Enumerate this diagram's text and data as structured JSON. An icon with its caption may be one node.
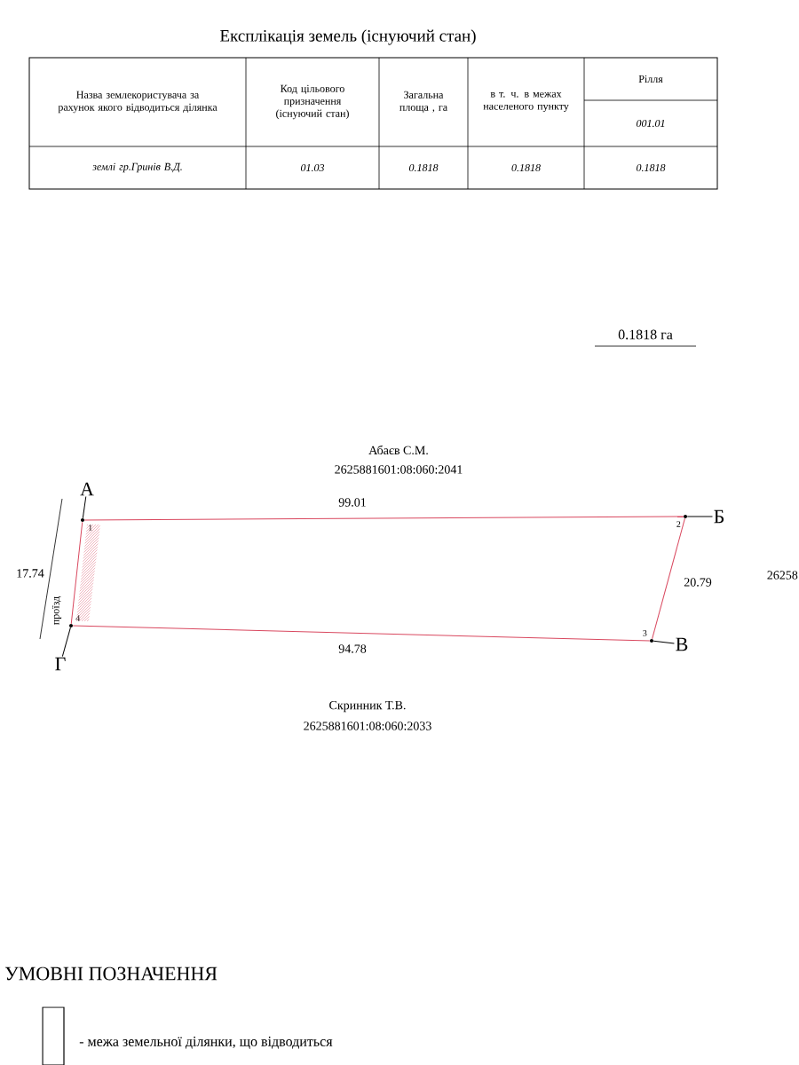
{
  "diagram": {
    "title": "Експлікація земель (існуючий стан)",
    "nodes": [
      {
        "text": [],
        "shape": "circle"
      },
      {
        "text": [],
        "shape": "circle"
      },
      {
        "text": [],
        "shape": "circle"
      },
      {
        "text": [],
        "shape": "circle"
      },
      {
        "text": [
          "А"
        ]
      },
      {
        "text": [
          "Б"
        ]
      },
      {
        "text": [
          "В"
        ]
      },
      {
        "text": [
          "Г"
        ]
      }
    ],
    "edges": [
      {
        "from": 0,
        "to": 1,
        "arrow": "none",
        "label": "99.01",
        "color": "#d9485f"
      },
      {
        "from": 1,
        "to": 2,
        "arrow": "none",
        "label": "20.79",
        "color": "#d9485f"
      },
      {
        "from": 2,
        "to": 3,
        "arrow": "none",
        "label": "94.78",
        "color": "#d9485f"
      },
      {
        "from": 3,
        "to": 0,
        "arrow": "none",
        "label": "17.74",
        "color": "#d9485f"
      },
      {
        "from": 4,
        "to": 0,
        "arrow": "none",
        "color": "#000000"
      },
      {
        "from": 5,
        "to": 1,
        "arrow": "none",
        "color": "#000000"
      },
      {
        "from": 6,
        "to": 2,
        "arrow": "none",
        "color": "#000000"
      },
      {
        "from": 7,
        "to": 3,
        "arrow": "none",
        "color": "#000000"
      }
    ],
    "labels": [
      "Назва землекористувача за рахунок якого відводиться ділянка",
      "Код цільового призначення (існуючий стан)",
      "Загальна площа , га",
      "в т. ч. в межах населеного пункту",
      "Рілля",
      "001.01",
      "землі гр.Гринів В.Д.",
      "01.03",
      "0.1818",
      "0.1818",
      "0.1818",
      "0.1818 га",
      "1",
      "2",
      "3",
      "4",
      "Абаєв С.М.",
      "2625881601:08:060:2041",
      "проїзд",
      "26258",
      "Скринник Т.В.",
      "2625881601:08:060:2033",
      "УМОВНІ ПОЗНАЧЕННЯ"
    ],
    "legend": [
      {
        "text": "- межа земельної ділянки, що відводиться"
      }
    ]
  }
}
